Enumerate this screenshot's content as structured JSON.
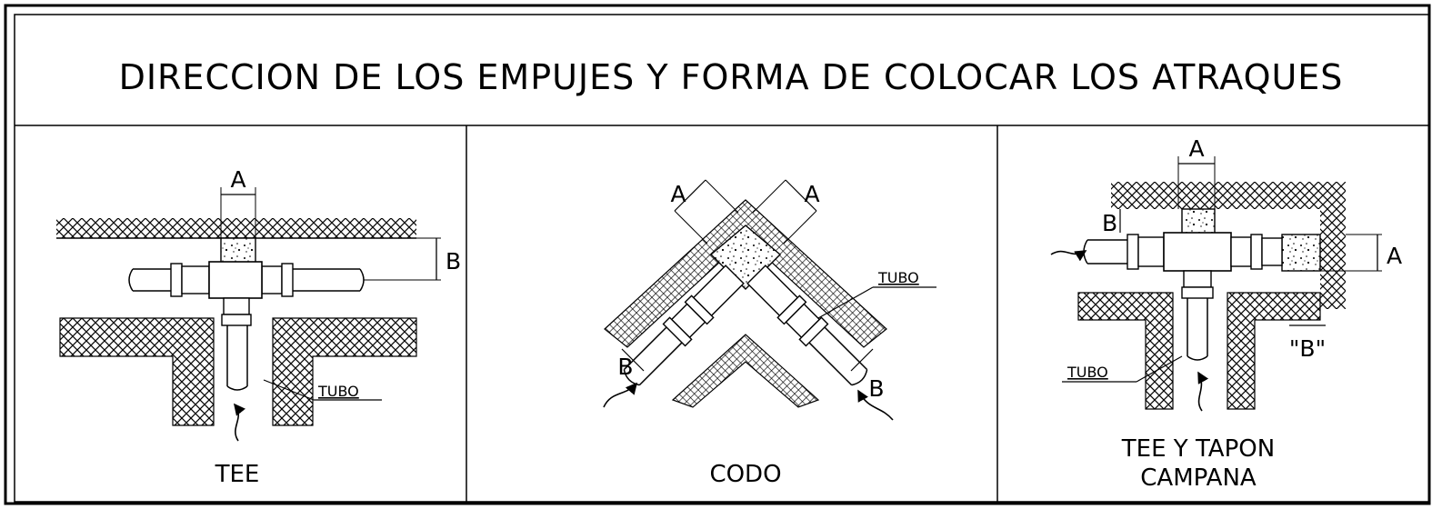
{
  "title": "DIRECCION DE LOS EMPUJES Y FORMA DE COLOCAR LOS ATRAQUES",
  "panels": [
    {
      "caption": "TEE",
      "labels": {
        "dim_a": "A",
        "dim_b": "B",
        "pipe": "TUBO"
      }
    },
    {
      "caption": "CODO",
      "labels": {
        "dim_a_left": "A",
        "dim_a_right": "A",
        "dim_b_left": "B",
        "dim_b_right": "B",
        "pipe": "TUBO"
      }
    },
    {
      "caption_line1": "TEE Y TAPON",
      "caption_line2": "CAMPANA",
      "labels": {
        "dim_a_top": "A",
        "dim_b": "B",
        "dim_a_right": "A",
        "dim_b_quoted": "\"B\"",
        "pipe": "TUBO"
      }
    }
  ]
}
